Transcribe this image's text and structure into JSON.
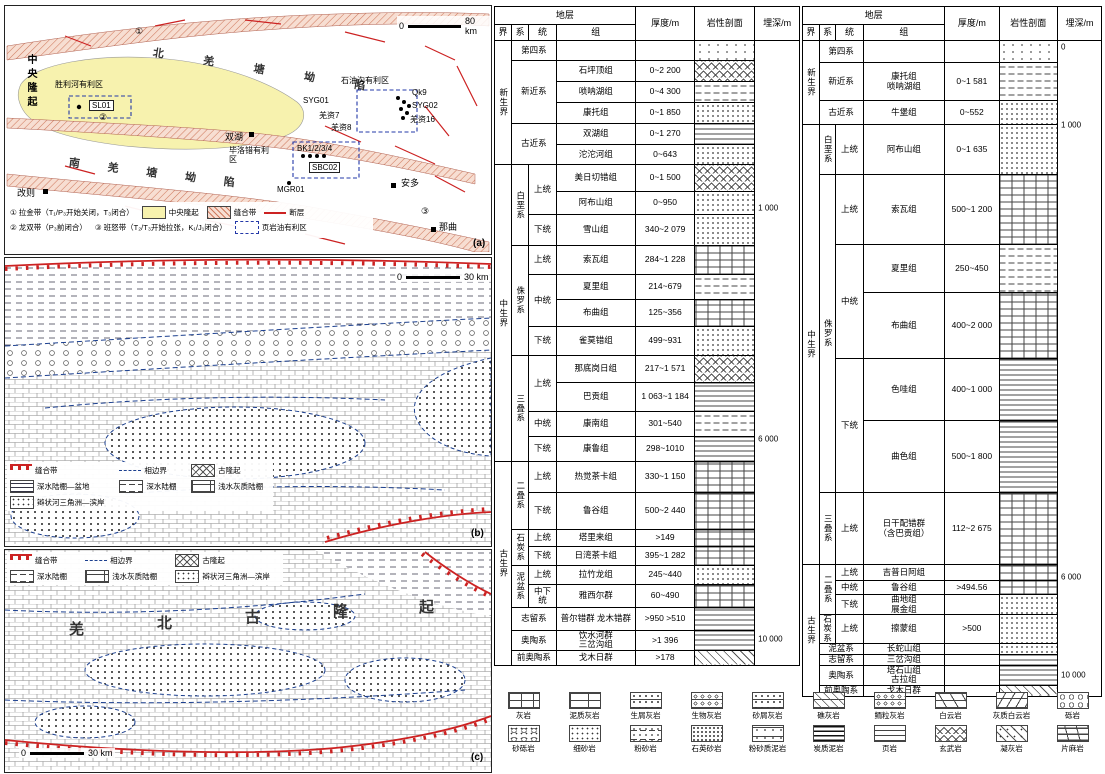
{
  "panel_a": {
    "corner": "(a)",
    "scale": {
      "zero": "0",
      "label": "80 km"
    },
    "uplift_label": "中央隆起",
    "north_label": "北羌塘坳陷",
    "south_label": "南羌塘坳陷",
    "circled_1": "①",
    "circled_2": "②",
    "circled_3": "③",
    "areas": {
      "shengli_label": "胜利河有利区",
      "shengli_well": "SL01",
      "shiyougou_label": "石油沟有利区",
      "biluocuo_label": "毕洛错有利区",
      "mgr_well": "MGR01"
    },
    "wells": [
      "SYG01",
      "SYG02",
      "Qk9",
      "羌资7",
      "羌资8",
      "羌资16",
      "BK1/2/3/4",
      "SBC02"
    ],
    "towns": [
      "双湖",
      "改则",
      "安多",
      "那曲"
    ],
    "legend": {
      "item1": "① 拉金带（T₁/P₃开始关闭，T₃闭合）",
      "item2": "② 龙双带（P₃前闭合）",
      "item3": "③ 班怒带（T₂/T₃开始拉张，K₁/J₁闭合）",
      "uplift": "中央隆起",
      "suture": "缝合带",
      "fault": "断层",
      "shale": "页岩油有利区"
    }
  },
  "panel_b": {
    "corner": "(b)",
    "scale": {
      "zero": "0",
      "label": "30 km"
    },
    "legend": [
      {
        "swatch": "suture-line",
        "label": "缝合带"
      },
      {
        "swatch": "facies-boundary",
        "label": "相边界"
      },
      {
        "swatch": "paleo-uplift",
        "label": "古隆起"
      },
      {
        "swatch": "deep-shelf-basin",
        "label": "深水陆棚—盆地"
      },
      {
        "swatch": "deep-shelf",
        "label": "深水陆棚"
      },
      {
        "swatch": "shallow-carbonate-shelf",
        "label": "浅水灰质陆棚"
      },
      {
        "swatch": "braided-delta",
        "label": "辫状河三角洲—滨岸"
      }
    ]
  },
  "panel_c": {
    "corner": "(c)",
    "scale": {
      "zero": "0",
      "label": "30 km"
    },
    "big_label": [
      "羌",
      "北",
      "古",
      "隆",
      "起"
    ],
    "legend": [
      {
        "swatch": "suture-line",
        "label": "缝合带"
      },
      {
        "swatch": "facies-boundary",
        "label": "相边界"
      },
      {
        "swatch": "paleo-uplift",
        "label": "古隆起"
      },
      {
        "swatch": "deep-shelf",
        "label": "深水陆棚"
      },
      {
        "swatch": "shallow-carbonate-shelf",
        "label": "浅水灰质陆棚"
      },
      {
        "swatch": "braided-delta",
        "label": "辫状河三角洲—滨岸"
      }
    ]
  },
  "table_d": {
    "header": {
      "strata": "地层",
      "era": "界",
      "system": "系",
      "series": "统",
      "formation": "组",
      "thickness": "厚度/m",
      "lithology": "岩性剖面",
      "depth": "埋深/m"
    },
    "depth_ticks": [
      {
        "label": "1 000",
        "pct": 27
      },
      {
        "label": "6 000",
        "pct": 64
      },
      {
        "label": "10 000",
        "pct": 96
      }
    ],
    "rows": [
      {
        "h": 20,
        "cells": [
          {
            "t": "新生界",
            "rs": 6,
            "cls": "vert"
          },
          {
            "t": "第四系",
            "cs": 2
          },
          {
            "t": ""
          },
          {
            "t": ""
          },
          {
            "lith": "quaternary"
          },
          {
            "depth": true,
            "rs": 26
          }
        ]
      },
      {
        "h": 21,
        "cells": [
          {
            "t": "新近系",
            "cs": 2,
            "rs": 3
          },
          {
            "t": "石坪顶组"
          },
          {
            "t": "0~2 200"
          },
          {
            "lith": "volcanic"
          }
        ]
      },
      {
        "h": 21,
        "cells": [
          {
            "t": "唢呐湖组"
          },
          {
            "t": "0~4 300"
          },
          {
            "lith": "evaporite"
          }
        ]
      },
      {
        "h": 21,
        "cells": [
          {
            "t": "康托组"
          },
          {
            "t": "0~1 850"
          },
          {
            "lith": "sandstone"
          }
        ]
      },
      {
        "h": 21,
        "cells": [
          {
            "t": "古近系",
            "cs": 2,
            "rs": 2
          },
          {
            "t": "双湖组"
          },
          {
            "t": "0~1 270"
          },
          {
            "lith": "mudstone"
          }
        ]
      },
      {
        "h": 20,
        "cells": [
          {
            "t": "沱沱河组"
          },
          {
            "t": "0~643"
          },
          {
            "lith": "sandstone"
          }
        ]
      },
      {
        "h": 27,
        "cells": [
          {
            "t": "中生界",
            "rs": 11,
            "cls": "vert"
          },
          {
            "t": "白垩系",
            "rs": 3,
            "cls": "vert"
          },
          {
            "t": "上统",
            "rs": 2
          },
          {
            "t": "美日切错组"
          },
          {
            "t": "0~1 500"
          },
          {
            "lith": "volcanic"
          }
        ]
      },
      {
        "h": 23,
        "cells": [
          {
            "t": "阿布山组"
          },
          {
            "t": "0~950"
          },
          {
            "lith": "sandstone"
          }
        ]
      },
      {
        "h": 31,
        "cells": [
          {
            "t": "下统"
          },
          {
            "t": "雪山组"
          },
          {
            "t": "340~2 079"
          },
          {
            "lith": "sandstone"
          }
        ]
      },
      {
        "h": 29,
        "cells": [
          {
            "t": "侏罗系",
            "rs": 4,
            "cls": "vert"
          },
          {
            "t": "上统"
          },
          {
            "t": "索瓦组"
          },
          {
            "t": "284~1 228"
          },
          {
            "lith": "limestone"
          }
        ]
      },
      {
        "h": 25,
        "cells": [
          {
            "t": "中统",
            "rs": 2
          },
          {
            "t": "夏里组"
          },
          {
            "t": "214~679"
          },
          {
            "lith": "marl"
          }
        ]
      },
      {
        "h": 27,
        "cells": [
          {
            "t": "布曲组"
          },
          {
            "t": "125~356"
          },
          {
            "lith": "limestone"
          }
        ]
      },
      {
        "h": 29,
        "cells": [
          {
            "t": "下统"
          },
          {
            "t": "雀莫错组"
          },
          {
            "t": "499~931"
          },
          {
            "lith": "sandstone"
          }
        ]
      },
      {
        "h": 27,
        "cells": [
          {
            "t": "三叠系",
            "rs": 4,
            "cls": "vert"
          },
          {
            "t": "上统",
            "rs": 2
          },
          {
            "t": "那底岗日组"
          },
          {
            "t": "217~1 571"
          },
          {
            "lith": "volcanic"
          }
        ]
      },
      {
        "h": 29,
        "cells": [
          {
            "t": "巴贡组"
          },
          {
            "t": "1 063~1 184"
          },
          {
            "lith": "mudstone"
          }
        ]
      },
      {
        "h": 25,
        "cells": [
          {
            "t": "中统"
          },
          {
            "t": "康南组"
          },
          {
            "t": "301~540"
          },
          {
            "lith": "marl"
          }
        ]
      },
      {
        "h": 25,
        "cells": [
          {
            "t": "下统"
          },
          {
            "t": "康鲁组"
          },
          {
            "t": "298~1010"
          },
          {
            "lith": "mudstone"
          }
        ]
      },
      {
        "h": 31,
        "cells": [
          {
            "t": "古生界",
            "rs": 9,
            "cls": "vert"
          },
          {
            "t": "二叠系",
            "rs": 2,
            "cls": "vert"
          },
          {
            "t": "上统"
          },
          {
            "t": "热觉茶卡组"
          },
          {
            "t": "330~1 150"
          },
          {
            "lith": "limestone"
          }
        ]
      },
      {
        "h": 37,
        "cells": [
          {
            "t": "下统"
          },
          {
            "t": "鲁谷组"
          },
          {
            "t": "500~2 440"
          },
          {
            "lith": "limestone"
          }
        ]
      },
      {
        "h": 17,
        "cells": [
          {
            "t": "石炭系",
            "rs": 2,
            "cls": "vert"
          },
          {
            "t": "上统"
          },
          {
            "t": "塔里来组"
          },
          {
            "t": ">149"
          },
          {
            "lith": "limestone"
          }
        ]
      },
      {
        "h": 19,
        "cells": [
          {
            "t": "下统"
          },
          {
            "t": "日湾茶卡组"
          },
          {
            "t": "395~1 282"
          },
          {
            "lith": "limestone"
          }
        ]
      },
      {
        "h": 19,
        "cells": [
          {
            "t": "泥盆系",
            "rs": 2,
            "cls": "vert"
          },
          {
            "t": "上统"
          },
          {
            "t": "拉竹龙组"
          },
          {
            "t": "245~440"
          },
          {
            "lith": "sandstone"
          }
        ]
      },
      {
        "h": 23,
        "cells": [
          {
            "t": "中下统"
          },
          {
            "t": "雅西尔群"
          },
          {
            "t": "60~490"
          },
          {
            "lith": "limestone"
          }
        ]
      },
      {
        "h": 23,
        "cells": [
          {
            "t": "志留系",
            "cs": 2
          },
          {
            "t": "普尔错群  龙木错群",
            "cls": "pre"
          },
          {
            "t": ">950  >510",
            "cls": "pre"
          },
          {
            "lith": "mudstone"
          }
        ]
      },
      {
        "h": 19,
        "cells": [
          {
            "t": "奥陶系",
            "cs": 2
          },
          {
            "t": "饮水河群\n三岔沟组",
            "cls": "pre"
          },
          {
            "t": ">1 396"
          },
          {
            "lith": "shale"
          }
        ]
      },
      {
        "h": 15,
        "cells": [
          {
            "t": "前奥陶系",
            "cs": 2
          },
          {
            "t": "戈木日群"
          },
          {
            "t": ">178"
          },
          {
            "lith": "metamorphic"
          }
        ]
      }
    ]
  },
  "table_e": {
    "header": {
      "strata": "地层",
      "era": "界",
      "system": "系",
      "series": "统",
      "formation": "组",
      "thickness": "厚度/m",
      "lithology": "岩性剖面",
      "depth": "埋深/m"
    },
    "depth_ticks": [
      {
        "label": "0",
        "pct": 1
      },
      {
        "label": "1 000",
        "pct": 13
      },
      {
        "label": "6 000",
        "pct": 82
      },
      {
        "label": "10 000",
        "pct": 97
      }
    ],
    "rows": [
      {
        "h": 22,
        "cells": [
          {
            "t": "新生界",
            "rs": 3,
            "cls": "vert"
          },
          {
            "t": "第四系",
            "cs": 2
          },
          {
            "t": ""
          },
          {
            "t": ""
          },
          {
            "lith": "quaternary"
          },
          {
            "depth": true,
            "rs": 18
          }
        ]
      },
      {
        "h": 38,
        "cells": [
          {
            "t": "新近系",
            "cs": 2
          },
          {
            "t": "康托组\n唢呐湖组",
            "cls": "pre"
          },
          {
            "t": "0~1 581"
          },
          {
            "lith": "evaporite"
          }
        ]
      },
      {
        "h": 24,
        "cells": [
          {
            "t": "古近系",
            "cs": 2
          },
          {
            "t": "牛堡组"
          },
          {
            "t": "0~552"
          },
          {
            "lith": "sandstone"
          }
        ]
      },
      {
        "h": 50,
        "cells": [
          {
            "t": "中生界",
            "rs": 7,
            "cls": "vert"
          },
          {
            "t": "白垩系",
            "cls": "vert"
          },
          {
            "t": "上统"
          },
          {
            "t": "阿布山组"
          },
          {
            "t": "0~1 635"
          },
          {
            "lith": "sandstone"
          }
        ]
      },
      {
        "h": 70,
        "cells": [
          {
            "t": "侏罗系",
            "rs": 5,
            "cls": "vert"
          },
          {
            "t": "上统"
          },
          {
            "t": "索瓦组"
          },
          {
            "t": "500~1 200"
          },
          {
            "lith": "limestone"
          }
        ]
      },
      {
        "h": 48,
        "cells": [
          {
            "t": "中统",
            "rs": 2
          },
          {
            "t": "夏里组"
          },
          {
            "t": "250~450"
          },
          {
            "lith": "marl"
          }
        ]
      },
      {
        "h": 66,
        "cells": [
          {
            "t": "布曲组"
          },
          {
            "t": "400~2 000"
          },
          {
            "lith": "limestone"
          }
        ]
      },
      {
        "h": 62,
        "cells": [
          {
            "t": "下统",
            "rs": 2
          },
          {
            "t": "色哇组"
          },
          {
            "t": "400~1 000"
          },
          {
            "lith": "mudstone"
          }
        ]
      },
      {
        "h": 72,
        "cells": [
          {
            "t": "曲色组"
          },
          {
            "t": "500~1 800"
          },
          {
            "lith": "mudstone"
          }
        ]
      },
      {
        "h": 72,
        "cells": [
          {
            "t": "三叠系",
            "cls": "vert"
          },
          {
            "t": "上统"
          },
          {
            "t": "日干配错群\n（含巴贡组）",
            "cls": "pre"
          },
          {
            "t": "112~2 675"
          },
          {
            "lith": "limestone"
          }
        ]
      },
      {
        "h": 16,
        "cells": [
          {
            "t": "古生界",
            "rs": 8,
            "cls": "vert"
          },
          {
            "t": "二叠系",
            "rs": 3,
            "cls": "vert"
          },
          {
            "t": "上统"
          },
          {
            "t": "吉普日阿组"
          },
          {
            "t": ""
          },
          {
            "lith": "limestone"
          }
        ]
      },
      {
        "h": 14,
        "cells": [
          {
            "t": "中统"
          },
          {
            "t": "鲁谷组"
          },
          {
            "t": ">494.56"
          },
          {
            "lith": "limestone"
          }
        ]
      },
      {
        "h": 20,
        "cells": [
          {
            "t": "下统"
          },
          {
            "t": "曲地组\n展金组",
            "cls": "pre"
          },
          {
            "t": ""
          },
          {
            "lith": "sandstone"
          }
        ]
      },
      {
        "h": 13,
        "cells": [
          {
            "t": "石炭系"
          },
          {
            "t": "上统"
          },
          {
            "t": "擦蒙组"
          },
          {
            "t": ">500"
          },
          {
            "lith": "sandstone"
          }
        ]
      },
      {
        "h": 11,
        "cells": [
          {
            "t": "泥盆系",
            "cs": 2
          },
          {
            "t": "长蛇山组"
          },
          {
            "t": ""
          },
          {
            "lith": "sandstone"
          }
        ]
      },
      {
        "h": 11,
        "cells": [
          {
            "t": "志留系",
            "cs": 2
          },
          {
            "t": "三岔沟组"
          },
          {
            "t": ""
          },
          {
            "lith": "mudstone"
          }
        ]
      },
      {
        "h": 16,
        "cells": [
          {
            "t": "奥陶系",
            "cs": 2
          },
          {
            "t": "塔石山组\n古拉组",
            "cls": "pre"
          },
          {
            "t": ""
          },
          {
            "lith": "shale"
          }
        ]
      },
      {
        "h": 11,
        "cells": [
          {
            "t": "前奥陶系",
            "cs": 2
          },
          {
            "t": "戈木日群"
          },
          {
            "t": ""
          },
          {
            "lith": "metamorphic"
          }
        ]
      }
    ]
  },
  "lith_legend": {
    "row1": [
      {
        "p": "limestone",
        "label": "灰岩"
      },
      {
        "p": "muddy-limestone",
        "label": "泥质灰岩"
      },
      {
        "p": "bioclastic-limestone",
        "label": "生屑灰岩"
      },
      {
        "p": "biolithite",
        "label": "生物灰岩"
      },
      {
        "p": "calcarenite",
        "label": "砂屑灰岩"
      },
      {
        "p": "reef-limestone",
        "label": "礁灰岩"
      },
      {
        "p": "oolitic-limestone",
        "label": "鲕粒灰岩"
      },
      {
        "p": "dolomite",
        "label": "白云岩"
      },
      {
        "p": "limy-dolomite",
        "label": "灰质白云岩"
      },
      {
        "p": "conglomerate",
        "label": "砾岩"
      }
    ],
    "row2": [
      {
        "p": "glutenite",
        "label": "砂砾岩"
      },
      {
        "p": "fine-sandstone",
        "label": "细砂岩"
      },
      {
        "p": "siltstone",
        "label": "粉砂岩"
      },
      {
        "p": "quartz-sandstone",
        "label": "石英砂岩"
      },
      {
        "p": "silty-mudstone",
        "label": "粉砂质泥岩"
      },
      {
        "p": "carbonaceous-mudstone",
        "label": "炭质泥岩"
      },
      {
        "p": "shale",
        "label": "页岩"
      },
      {
        "p": "basalt",
        "label": "玄武岩"
      },
      {
        "p": "tuff",
        "label": "凝灰岩"
      },
      {
        "p": "gneiss",
        "label": "片麻岩"
      }
    ]
  }
}
